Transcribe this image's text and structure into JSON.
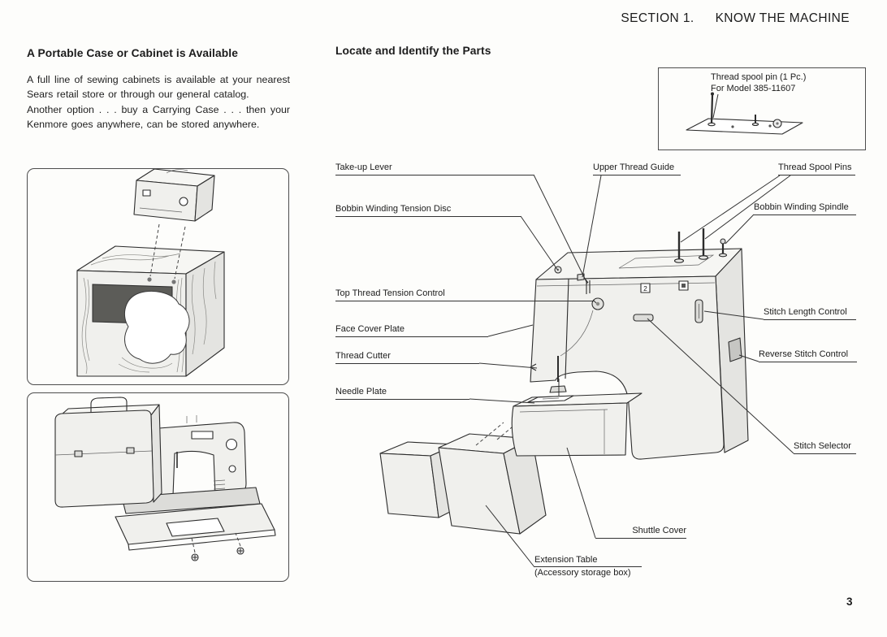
{
  "header": {
    "section": "SECTION 1.",
    "title": "KNOW THE MACHINE"
  },
  "page_number": "3",
  "left_column": {
    "heading": "A Portable Case or Cabinet is Available",
    "paragraph1": "A full line of sewing cabinets is available at your nearest Sears retail store or through our general catalog.",
    "paragraph2": "Another option . . . buy a Carrying Case . . . then your Kenmore goes anywhere, can be stored anywhere."
  },
  "diagram": {
    "heading": "Locate and Identify the Parts",
    "inset": {
      "line1": "Thread spool pin (1 Pc.)",
      "line2": "For Model 385-11607"
    },
    "machine_marks": {
      "window": "2"
    },
    "labels": {
      "take_up_lever": "Take-up Lever",
      "upper_thread_guide": "Upper Thread Guide",
      "thread_spool_pins": "Thread Spool Pins",
      "bobbin_winding_tension_disc": "Bobbin Winding Tension Disc",
      "bobbin_winding_spindle": "Bobbin Winding Spindle",
      "top_thread_tension_control": "Top Thread Tension Control",
      "stitch_length_control": "Stitch Length Control",
      "face_cover_plate": "Face Cover Plate",
      "reverse_stitch_control": "Reverse Stitch Control",
      "thread_cutter": "Thread Cutter",
      "needle_plate": "Needle Plate",
      "stitch_selector": "Stitch Selector",
      "shuttle_cover": "Shuttle Cover",
      "extension_table": "Extension Table",
      "extension_table_sub": "(Accessory storage box)"
    }
  }
}
